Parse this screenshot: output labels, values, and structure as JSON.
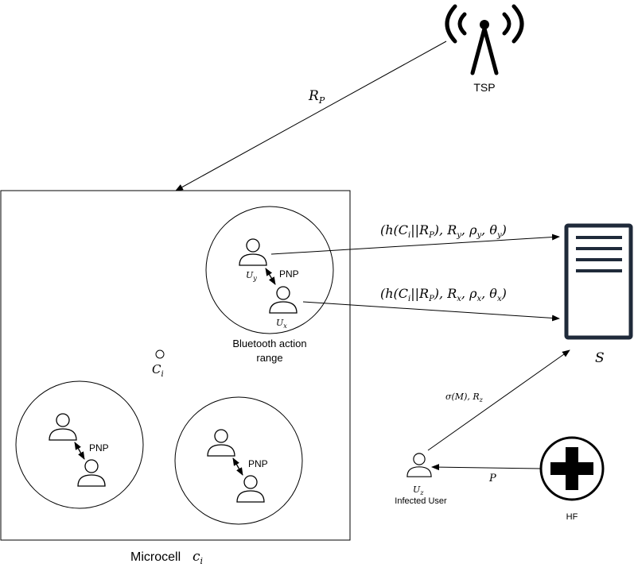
{
  "tsp": {
    "label": "TSP",
    "link_label": "R_P"
  },
  "microcell": {
    "label": "Microcell",
    "label_math": "c_i"
  },
  "center_point": {
    "label": "C_i"
  },
  "bluetooth": {
    "range_label_line1": "Bluetooth action",
    "range_label_line2": "range"
  },
  "user_y": {
    "label": "U_y"
  },
  "user_x": {
    "label": "U_x"
  },
  "user_z": {
    "label": "U_z",
    "caption": "Infected User"
  },
  "pnp_label": "PNP",
  "server": {
    "label": "S"
  },
  "messages": {
    "uy_to_server": "(h(C_i||R_P), R_y, ρ_y, θ_y)",
    "ux_to_server": "(h(C_i||R_P), R_x, ρ_x, θ_x)",
    "uz_to_server": "σ(M), R_z",
    "hf_to_uz": "P"
  },
  "hf": {
    "label": "HF"
  }
}
